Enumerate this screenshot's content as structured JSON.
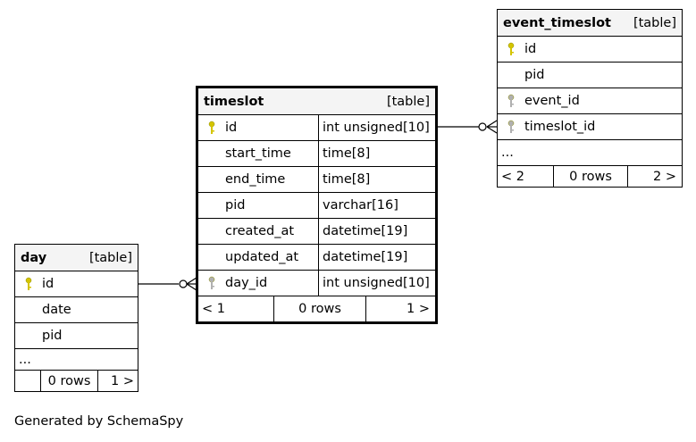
{
  "tables": {
    "timeslot": {
      "name": "timeslot",
      "kind": "[table]",
      "columns": [
        {
          "name": "id",
          "type": "int unsigned[10]",
          "key": "primary"
        },
        {
          "name": "start_time",
          "type": "time[8]",
          "key": "none"
        },
        {
          "name": "end_time",
          "type": "time[8]",
          "key": "none"
        },
        {
          "name": "pid",
          "type": "varchar[16]",
          "key": "none"
        },
        {
          "name": "created_at",
          "type": "datetime[19]",
          "key": "none"
        },
        {
          "name": "updated_at",
          "type": "datetime[19]",
          "key": "none"
        },
        {
          "name": "day_id",
          "type": "int unsigned[10]",
          "key": "foreign"
        }
      ],
      "footer": {
        "parents": "< 1",
        "rows": "0 rows",
        "children": "1 >"
      }
    },
    "event_timeslot": {
      "name": "event_timeslot",
      "kind": "[table]",
      "columns": [
        {
          "name": "id",
          "key": "primary"
        },
        {
          "name": "pid",
          "key": "none"
        },
        {
          "name": "event_id",
          "key": "foreign"
        },
        {
          "name": "timeslot_id",
          "key": "foreign"
        }
      ],
      "ellipsis": "...",
      "footer": {
        "parents": "< 2",
        "rows": "0 rows",
        "children": "2 >"
      }
    },
    "day": {
      "name": "day",
      "kind": "[table]",
      "columns": [
        {
          "name": "id",
          "key": "primary"
        },
        {
          "name": "date",
          "key": "none"
        },
        {
          "name": "pid",
          "key": "none"
        }
      ],
      "ellipsis": "...",
      "footer": {
        "parents": "",
        "rows": "0 rows",
        "children": "1 >"
      }
    }
  },
  "colors": {
    "primary_key": "#d4c400",
    "foreign_key": "#b0b0b0",
    "header_bg": "#f4f4f4"
  },
  "generated_by": "Generated by SchemaSpy"
}
